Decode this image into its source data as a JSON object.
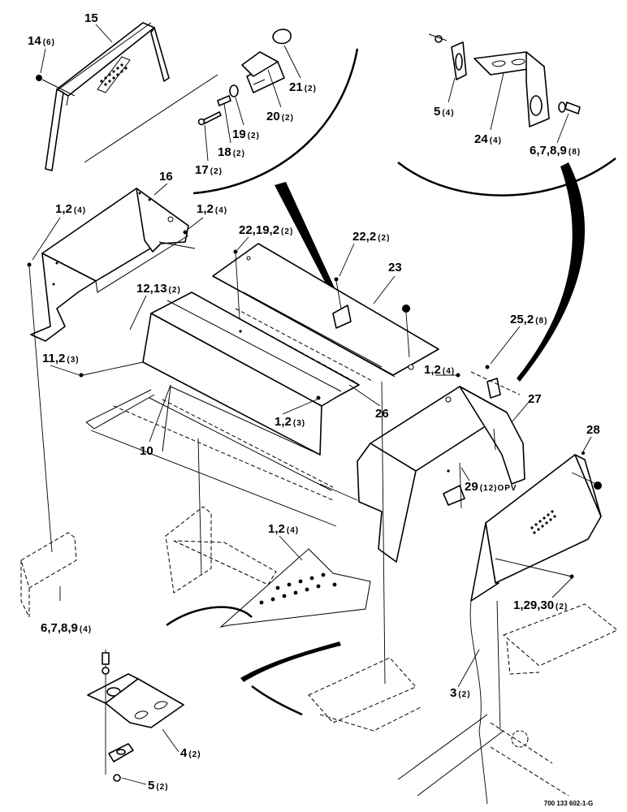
{
  "callouts": [
    {
      "num": "15",
      "qty": ""
    },
    {
      "num": "14",
      "qty": "(6)"
    },
    {
      "num": "21",
      "qty": "(2)"
    },
    {
      "num": "20",
      "qty": "(2)"
    },
    {
      "num": "19",
      "qty": "(2)"
    },
    {
      "num": "18",
      "qty": "(2)"
    },
    {
      "num": "17",
      "qty": "(2)"
    },
    {
      "num": "5",
      "qty": "(4)"
    },
    {
      "num": "24",
      "qty": "(4)"
    },
    {
      "num": "6,7,8,9",
      "qty": "(8)"
    },
    {
      "num": "16",
      "qty": ""
    },
    {
      "num": "1,2",
      "qty": "(4)"
    },
    {
      "num": "1,2",
      "qty": "(4)"
    },
    {
      "num": "22,19,2",
      "qty": "(2)"
    },
    {
      "num": "22,2",
      "qty": "(2)"
    },
    {
      "num": "23",
      "qty": ""
    },
    {
      "num": "12,13",
      "qty": "(2)"
    },
    {
      "num": "11,2",
      "qty": "(3)"
    },
    {
      "num": "25,2",
      "qty": "(8)"
    },
    {
      "num": "1,2",
      "qty": "(4)"
    },
    {
      "num": "27",
      "qty": ""
    },
    {
      "num": "26",
      "qty": ""
    },
    {
      "num": "1,2",
      "qty": "(3)"
    },
    {
      "num": "10",
      "qty": ""
    },
    {
      "num": "28",
      "qty": ""
    },
    {
      "num": "29",
      "qty": "(12)OPV"
    },
    {
      "num": "1,2",
      "qty": "(4)"
    },
    {
      "num": "1,29,30",
      "qty": "(2)"
    },
    {
      "num": "6,7,8,9",
      "qty": "(4)"
    },
    {
      "num": "3",
      "qty": "(2)"
    },
    {
      "num": "4",
      "qty": "(2)"
    },
    {
      "num": "5",
      "qty": "(2)"
    }
  ],
  "figure_number": "700 133 602-1-G"
}
